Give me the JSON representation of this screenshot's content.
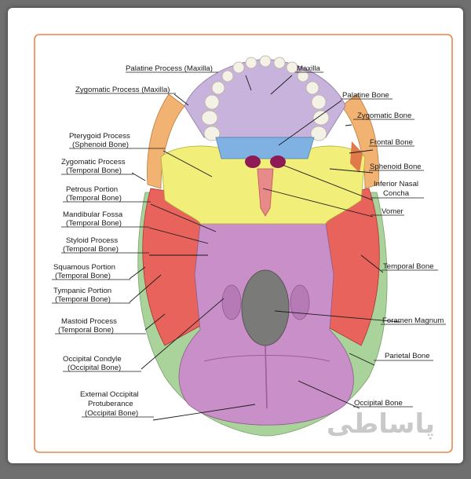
{
  "colors": {
    "frame": "#e8864a",
    "maxilla": "#c7b3dc",
    "palatine": "#7fb2e3",
    "sphenoid": "#f2ee7a",
    "zygomatic": "#f2b272",
    "temporal": "#e7635c",
    "occipital": "#c98fc8",
    "parietal": "#a9d39a",
    "vomer": "#e88a8a",
    "concha": "#8e1b56",
    "foramen": "#7a7a78",
    "teeth": "#f4f1e6"
  },
  "labels": {
    "palatine_process": "Palatine Process (Maxilla)",
    "maxilla": "Maxilla",
    "zygomatic_process_maxilla": "Zygomatic Process (Maxilla)",
    "palatine_bone": "Palatine Bone",
    "zygomatic_bone": "Zygomatic Bone",
    "pterygoid_1": "Pterygoid Process",
    "pterygoid_2": "(Sphenoid Bone)",
    "frontal_bone": "Frontal Bone",
    "zyg_temporal_1": "Zygomatic Process",
    "zyg_temporal_2": "(Temporal Bone)",
    "sphenoid_bone": "Sphenoid Bone",
    "inferior_nasal_1": "Inferior Nasal",
    "inferior_nasal_2": "Concha",
    "petrous_1": "Petrous Portion",
    "petrous_2": "(Temporal Bone)",
    "vomer": "Vomer",
    "mandibular_1": "Mandibular Fossa",
    "mandibular_2": "(Temporal Bone)",
    "styloid_1": "Styloid Process",
    "styloid_2": "(Temporal Bone)",
    "temporal_bone": "Temporal Bone",
    "squamous_1": "Squamous Portion",
    "squamous_2": "(Temporal Bone)",
    "tympanic_1": "Tympanic Portion",
    "tympanic_2": "(Temporal Bone)",
    "foramen_magnum": "Foramen Magnum",
    "mastoid_1": "Mastoid Process",
    "mastoid_2": "(Temporal Bone)",
    "parietal_bone": "Parietal Bone",
    "occipital_condyle_1": "Occipital Condyle",
    "occipital_condyle_2": "(Occipital Bone)",
    "ext_occ_1": "External Occipital",
    "ext_occ_2": "Protuberance",
    "ext_occ_3": "(Occipital Bone)",
    "occipital_bone": "Occipital Bone"
  },
  "watermark": "پاسا‌طی"
}
